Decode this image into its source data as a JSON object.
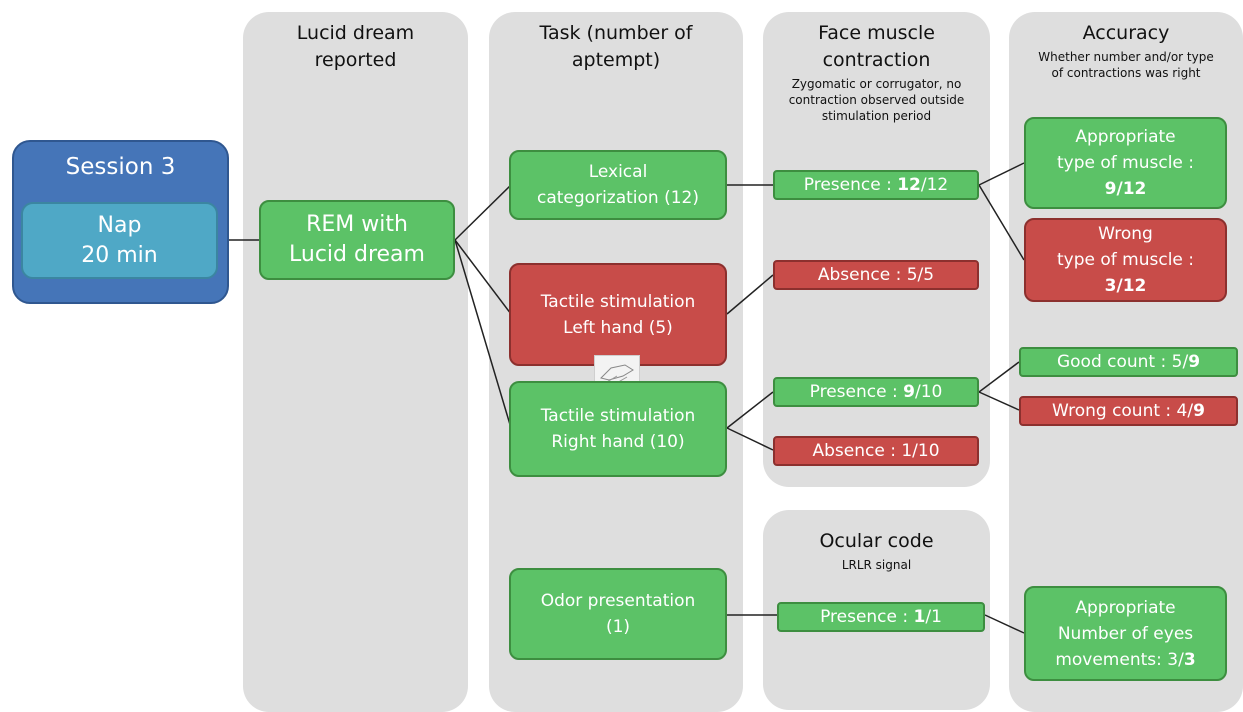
{
  "columns": {
    "lucid": {
      "title": "Lucid dream reported"
    },
    "task": {
      "title": "Task (number of aptempt)"
    },
    "face": {
      "title": "Face muscle contraction",
      "subtitle": "Zygomatic or corrugator, no contraction observed outside stimulation period"
    },
    "accuracy": {
      "title": "Accuracy",
      "subtitle": "Whether number and/or type of contractions was right"
    },
    "ocular": {
      "title": "Ocular code",
      "subtitle": "LRLR signal"
    }
  },
  "session": {
    "title": "Session 3",
    "nap_line1": "Nap",
    "nap_line2": "20 min"
  },
  "rem": {
    "line1": "REM with",
    "line2": "Lucid dream"
  },
  "tasks": {
    "lexical": {
      "line1": "Lexical",
      "line2": "categorization (12)"
    },
    "tactile_left": {
      "line1": "Tactile stimulation",
      "line2": "Left hand (5)"
    },
    "tactile_right": {
      "line1": "Tactile stimulation",
      "line2": "Right hand (10)"
    },
    "odor": {
      "line1": "Odor presentation",
      "line2": "(1)"
    }
  },
  "results": {
    "lexical_presence": {
      "label": "Presence : ",
      "num": "12",
      "den": "/12"
    },
    "left_absence": {
      "label": "Absence : 5/5"
    },
    "right_presence": {
      "label": "Presence : ",
      "num": "9",
      "den": "/10"
    },
    "right_absence": {
      "label": "Absence : 1/10"
    },
    "odor_presence": {
      "label": "Presence : ",
      "num": "1",
      "den": "/1"
    }
  },
  "accuracy": {
    "appropriate_type": {
      "line1": "Appropriate",
      "line2": "type of muscle :",
      "num": "9/",
      "den": "12"
    },
    "wrong_type": {
      "line1": "Wrong",
      "line2": "type of muscle :",
      "num": "3/",
      "den": "12"
    },
    "good_count": {
      "label": "Good count : 5/",
      "den": "9"
    },
    "wrong_count": {
      "label": "Wrong count : 4/",
      "den": "9"
    },
    "appropriate_eyes": {
      "line1": "Appropriate",
      "line2": "Number of eyes",
      "line3": "movements: 3/",
      "den": "3"
    }
  },
  "colors": {
    "green": "#5cc267",
    "red": "#c84c49",
    "column": "#dedede",
    "session": "#4575b8",
    "nap": "#4fa8c6"
  }
}
